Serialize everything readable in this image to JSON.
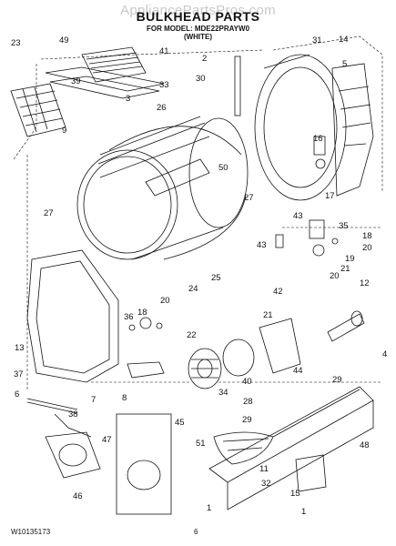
{
  "watermark": "AppliancePartsPros.com",
  "header": {
    "title": "BULKHEAD PARTS",
    "model_line": "FOR MODEL: MDE22PRAYW0",
    "color_line": "(WHITE)"
  },
  "footer": {
    "doc_number": "W10135173",
    "page_number": "6"
  },
  "callouts": [
    "49",
    "41",
    "23",
    "39",
    "3",
    "33",
    "9",
    "31",
    "14",
    "2",
    "5",
    "30",
    "26",
    "16",
    "17",
    "50",
    "27",
    "27",
    "25",
    "43",
    "35",
    "43",
    "18",
    "20",
    "19",
    "21",
    "20",
    "12",
    "24",
    "42",
    "13",
    "36",
    "18",
    "20",
    "21",
    "4",
    "22",
    "37",
    "6",
    "7",
    "8",
    "34",
    "40",
    "44",
    "29",
    "38",
    "28",
    "29",
    "47",
    "45",
    "51",
    "48",
    "46",
    "11",
    "32",
    "15",
    "1",
    "1"
  ],
  "colors": {
    "ink": "#111111",
    "watermark": "#c9c9c9",
    "background": "#ffffff"
  }
}
